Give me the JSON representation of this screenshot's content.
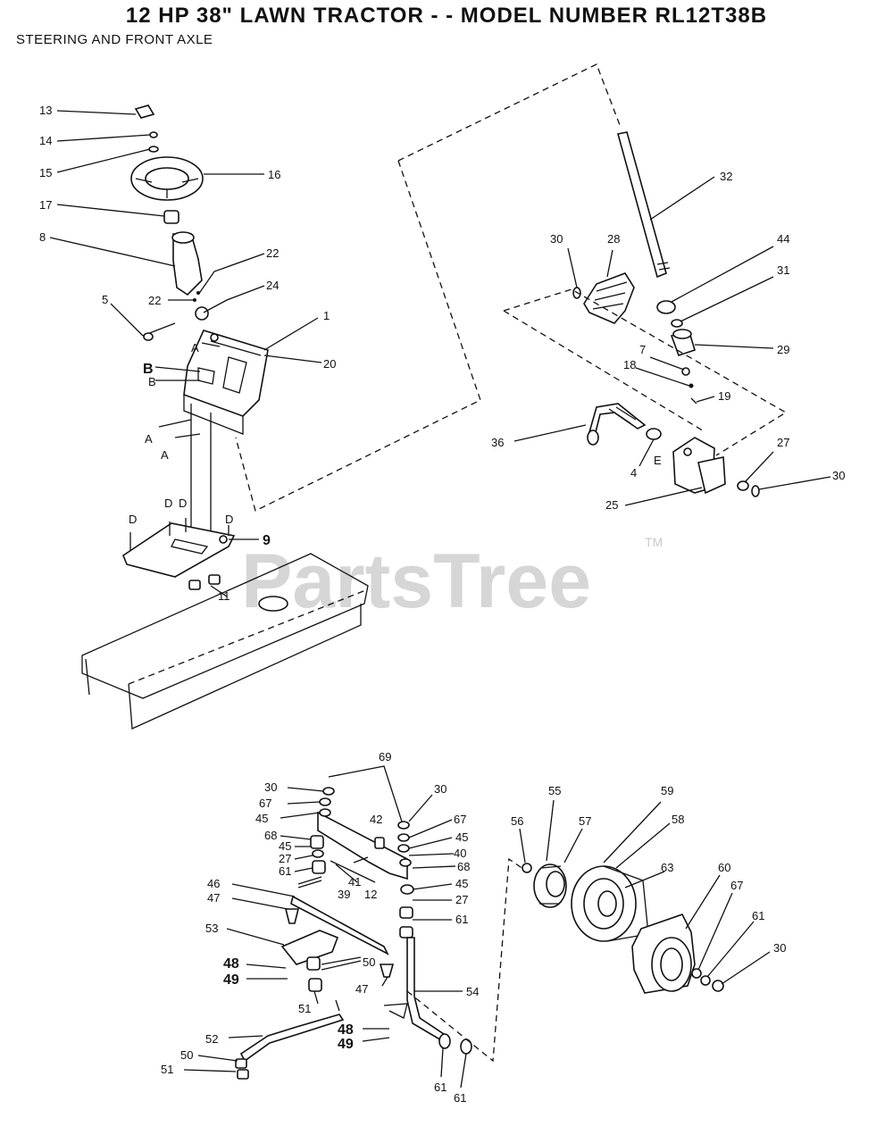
{
  "header": {
    "title": "12 HP 38\" LAWN TRACTOR - - MODEL NUMBER RL12T38B",
    "subtitle": "STEERING AND FRONT AXLE"
  },
  "watermark": {
    "text": "PartsTree",
    "tm": "TM"
  },
  "callouts": {
    "c13": "13",
    "c14": "14",
    "c15": "15",
    "c16": "16",
    "c17": "17",
    "c8": "8",
    "c22a": "22",
    "c22b": "22",
    "c24": "24",
    "c5": "5",
    "c1": "1",
    "c20": "20",
    "cA1": "A",
    "cB1": "B",
    "cB2": "B",
    "cA2": "A",
    "cA3": "A",
    "cD1": "D",
    "cD2": "D",
    "cD3": "D",
    "cD4": "D",
    "c9": "9",
    "c11": "11",
    "c32": "32",
    "c30a": "30",
    "c28": "28",
    "c44": "44",
    "c31": "31",
    "c29": "29",
    "c7": "7",
    "c18": "18",
    "c19": "19",
    "c36": "36",
    "c4": "4",
    "cE": "E",
    "c27a": "27",
    "c30b": "30",
    "c25": "25",
    "c69": "69",
    "c30c": "30",
    "c67a": "67",
    "c45a": "45",
    "c30d": "30",
    "c42": "42",
    "c67b": "67",
    "c68a": "68",
    "c45b": "45",
    "c45c": "45",
    "c27b": "27",
    "c40": "40",
    "c61a": "61",
    "c68b": "68",
    "c41": "41",
    "c45d": "45",
    "c39": "39",
    "c12": "12",
    "c27c": "27",
    "c46": "46",
    "c47a": "47",
    "c61b": "61",
    "c53": "53",
    "c50a": "50",
    "c48a": "48",
    "c49a": "49",
    "c47b": "47",
    "c54": "54",
    "c51a": "51",
    "c52": "52",
    "c48b": "48",
    "c49b": "49",
    "c50b": "50",
    "c51b": "51",
    "c61c": "61",
    "c61d": "61",
    "c56": "56",
    "c55": "55",
    "c57": "57",
    "c59": "59",
    "c58": "58",
    "c63": "63",
    "c60": "60",
    "c67c": "67",
    "c61e": "61",
    "c30e": "30"
  }
}
